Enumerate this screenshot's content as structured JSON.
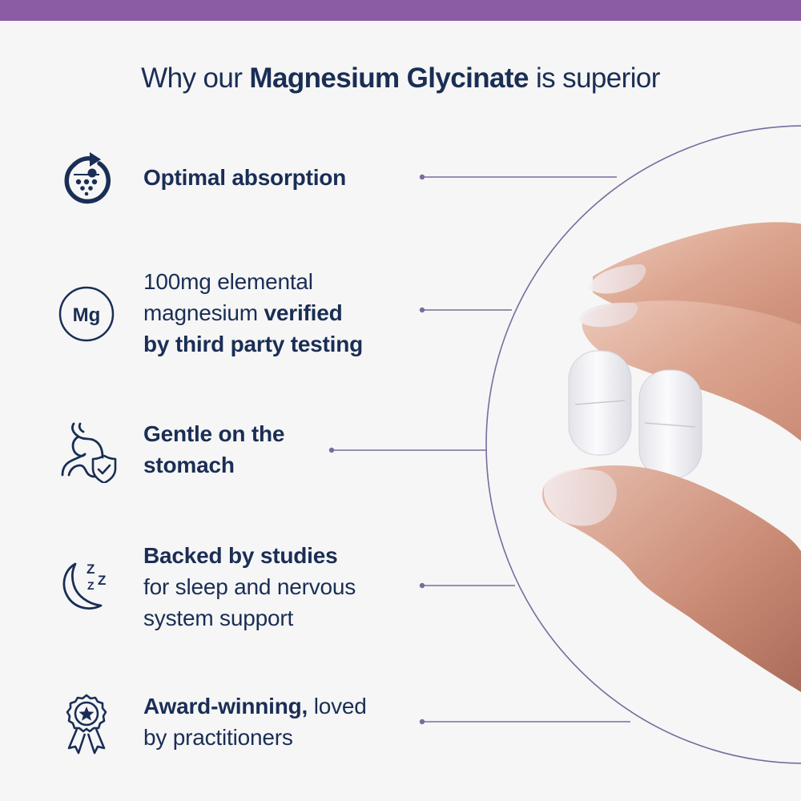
{
  "theme": {
    "accent": "#8b5ba4",
    "text": "#1a2e55",
    "background": "#f6f6f6",
    "line": "#7b6a9e"
  },
  "headline": {
    "prefix": "Why our ",
    "bold": "Magnesium Glycinate",
    "suffix": " is superior"
  },
  "features": [
    {
      "icon": "absorption-cycle-icon",
      "lines": [
        [
          {
            "t": "Optimal absorption",
            "b": true
          }
        ]
      ]
    },
    {
      "icon": "mg-element-icon",
      "icon_label": "Mg",
      "lines": [
        [
          {
            "t": "100mg elemental",
            "b": false
          }
        ],
        [
          {
            "t": "magnesium ",
            "b": false
          },
          {
            "t": "verified",
            "b": true
          }
        ],
        [
          {
            "t": "by third party testing",
            "b": true
          }
        ]
      ]
    },
    {
      "icon": "stomach-shield-icon",
      "lines": [
        [
          {
            "t": "Gentle on the",
            "b": true
          }
        ],
        [
          {
            "t": "stomach",
            "b": true
          }
        ]
      ]
    },
    {
      "icon": "moon-sleep-icon",
      "lines": [
        [
          {
            "t": "Backed by studies",
            "b": true
          }
        ],
        [
          {
            "t": "for sleep and nervous",
            "b": false
          }
        ],
        [
          {
            "t": "system support",
            "b": false
          }
        ]
      ]
    },
    {
      "icon": "award-ribbon-icon",
      "lines": [
        [
          {
            "t": "Award-winning,",
            "b": true
          },
          {
            "t": " loved",
            "b": false
          }
        ],
        [
          {
            "t": "by practitioners",
            "b": false
          }
        ]
      ]
    }
  ],
  "image": {
    "subject": "hand-holding-two-white-tablets"
  }
}
